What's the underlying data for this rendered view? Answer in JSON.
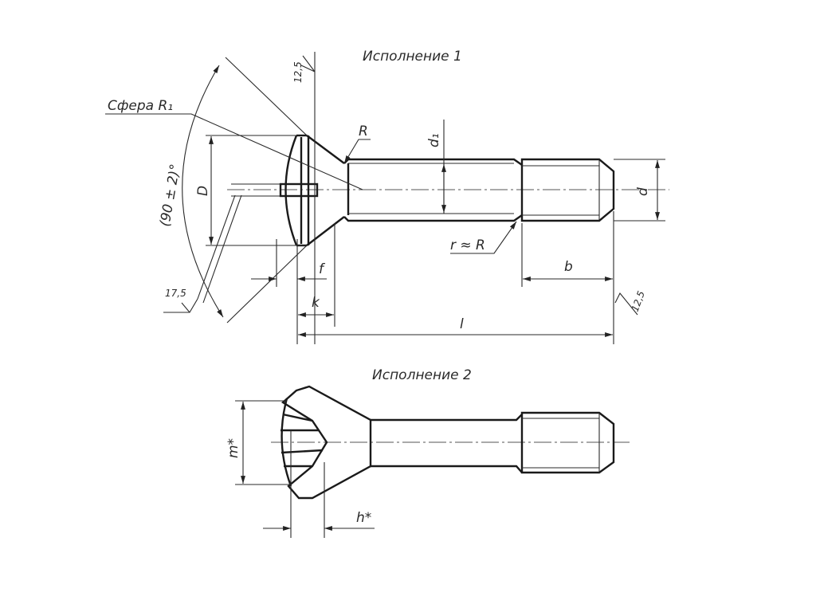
{
  "views": {
    "version1": {
      "title": "Исполнение 1",
      "sphere_label": "Сфера R₁",
      "angle_label": "(90 ± 2)°",
      "roughness_top": "12,5",
      "roughness_left": "17,5",
      "roughness_right": "12,5",
      "fillet_R": "R",
      "fillet_r": "r ≈ R",
      "dim_d1": "d₁",
      "dim_d": "d",
      "dim_D": "D",
      "dim_f": "f",
      "dim_k": "k",
      "dim_b": "b",
      "dim_l": "l"
    },
    "version2": {
      "title": "Исполнение 2",
      "dim_m": "m*",
      "dim_h": "h*"
    }
  }
}
